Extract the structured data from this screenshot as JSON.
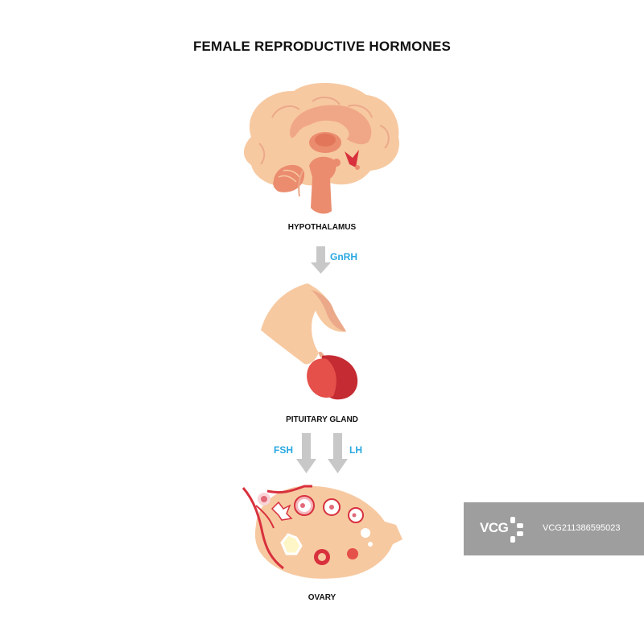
{
  "title": "FEMALE REPRODUCTIVE HORMONES",
  "labels": {
    "hypothalamus": "HYPOTHALAMUS",
    "pituitary": "PITUITARY GLAND",
    "ovary": "OVARY"
  },
  "hormones": {
    "gnrh": "GnRH",
    "fsh": "FSH",
    "lh": "LH"
  },
  "watermark": {
    "brand": "VCG",
    "id": "VCG211386595023"
  },
  "colors": {
    "hormone_text": "#29a8e0",
    "arrow": "#c8c8c8",
    "skin": "#f7c9a1",
    "tissue": "#eb8c6e",
    "red": "#d8313d"
  }
}
